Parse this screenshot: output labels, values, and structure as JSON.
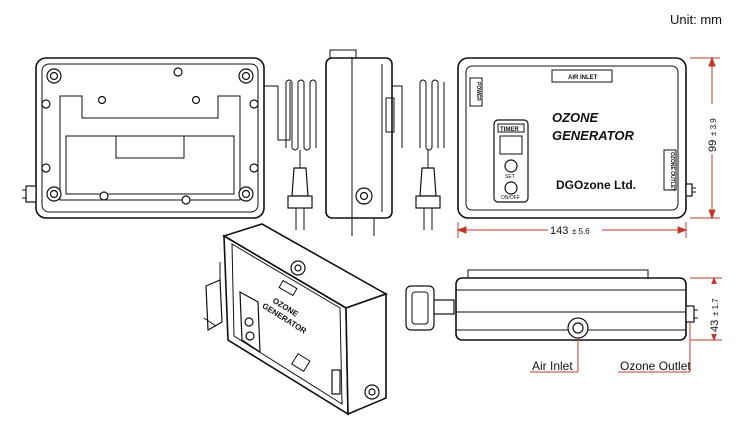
{
  "unit_label": "Unit: mm",
  "front_panel": {
    "title_line1": "OZONE",
    "title_line2": "GENERATOR",
    "brand": "DGOzone Ltd.",
    "timer_label": "TIMER",
    "air_inlet_tag": "AIR INLET",
    "power_tag": "POWER",
    "ozone_outlet_tag": "OZONE OUTLET",
    "on_off_label": "ON/OFF",
    "set_label": "SET"
  },
  "dimensions": {
    "width": "143",
    "width_tol": "± 5.6",
    "height": "99",
    "height_tol": "± 3.9",
    "depth": "43",
    "depth_tol": "± 1.7"
  },
  "callouts": {
    "air_inlet": "Air Inlet",
    "ozone_outlet": "Ozone Outlet"
  },
  "iso_view": {
    "title_line1": "OZONE",
    "title_line2": "GENERATOR"
  },
  "colors": {
    "dimension": "#c0392b",
    "outline": "#111111"
  }
}
